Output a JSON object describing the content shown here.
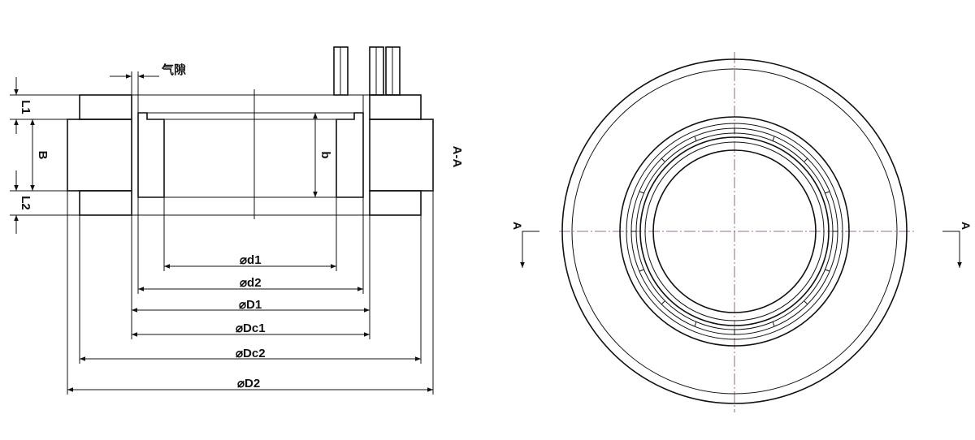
{
  "section_view": {
    "section_label": "A-A",
    "gap_label": "气隙",
    "axial_labels": {
      "l1": "L1",
      "b_outer": "B",
      "b_inner": "b",
      "l2": "L2"
    },
    "diameter_labels": {
      "d1": "d1",
      "d2": "d2",
      "D1": "D1",
      "Dc1": "Dc1",
      "Dc2": "Dc2",
      "D2": "D2"
    },
    "diameter_symbol": "⌀"
  },
  "front_view": {
    "cut_marker_left": "A",
    "cut_marker_right": "A"
  }
}
